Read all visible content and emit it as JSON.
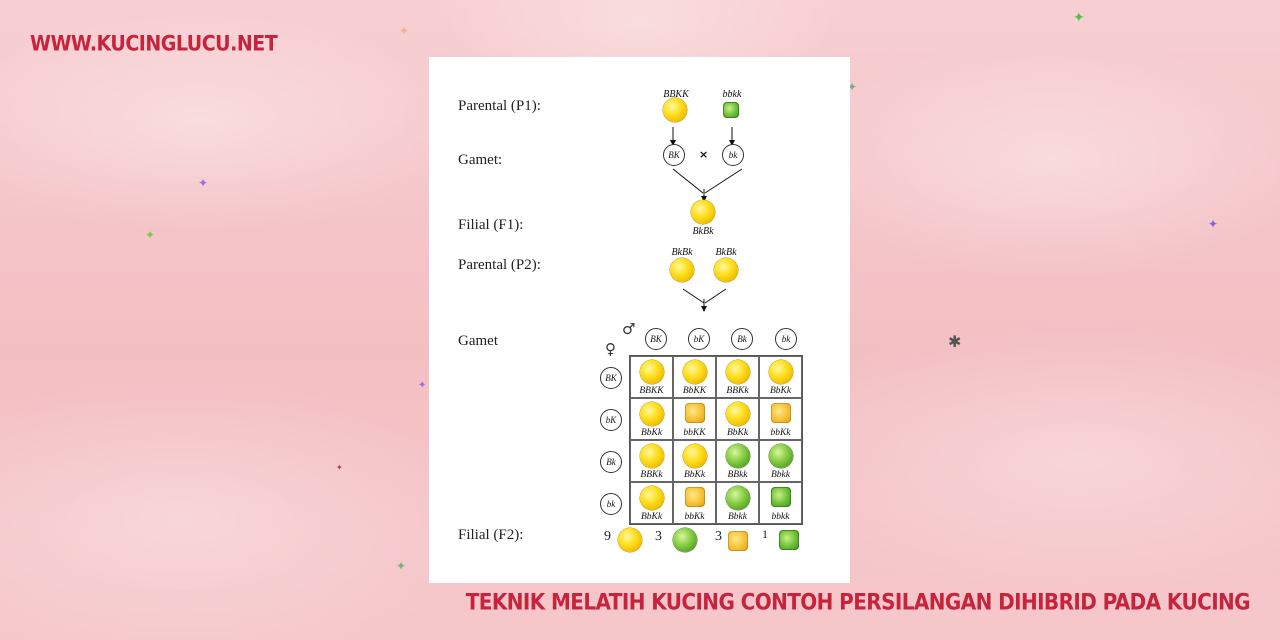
{
  "header": {
    "site": "WWW.KUCINGLUCU.NET"
  },
  "caption": "TEKNIK MELATIH KUCING CONTOH PERSILANGAN DIHIBRID PADA KUCING",
  "diagram": {
    "labels": {
      "p1": "Parental (P1):",
      "gamet1": "Gamet:",
      "f1": "Filial (F1):",
      "p2": "Parental (P2):",
      "gamet2": "Gamet",
      "f2": "Filial (F2):"
    },
    "p1": {
      "left": "BBKK",
      "right": "bbkk",
      "cross": "×"
    },
    "gamet1": {
      "left": "BK",
      "right": "bk"
    },
    "f1": "BkBk",
    "p2": {
      "left": "BkBk",
      "right": "BkBk"
    },
    "male_symbol": "♂",
    "female_symbol": "♀",
    "col_gametes": [
      "BK",
      "bK",
      "Bk",
      "bk"
    ],
    "row_gametes": [
      "BK",
      "bK",
      "Bk",
      "bk"
    ],
    "cells": [
      [
        {
          "g": "BBKK",
          "p": "yr"
        },
        {
          "g": "BbKK",
          "p": "yr"
        },
        {
          "g": "BBKk",
          "p": "yr"
        },
        {
          "g": "BbKk",
          "p": "yr"
        }
      ],
      [
        {
          "g": "BbKk",
          "p": "yr"
        },
        {
          "g": "bbKK",
          "p": "yw"
        },
        {
          "g": "BbKk",
          "p": "yr"
        },
        {
          "g": "bbKk",
          "p": "yw"
        }
      ],
      [
        {
          "g": "BBKk",
          "p": "yr"
        },
        {
          "g": "BbKk",
          "p": "yr"
        },
        {
          "g": "BBkk",
          "p": "gr"
        },
        {
          "g": "Bbkk",
          "p": "gr"
        }
      ],
      [
        {
          "g": "BbKk",
          "p": "yr"
        },
        {
          "g": "bbKk",
          "p": "yw"
        },
        {
          "g": "Bbkk",
          "p": "gr"
        },
        {
          "g": "bbkk",
          "p": "gw"
        }
      ]
    ],
    "ratio": [
      "9",
      "3",
      "3",
      "1"
    ]
  },
  "colors": {
    "accent": "#c8233c",
    "background": "#f6c9cc"
  }
}
